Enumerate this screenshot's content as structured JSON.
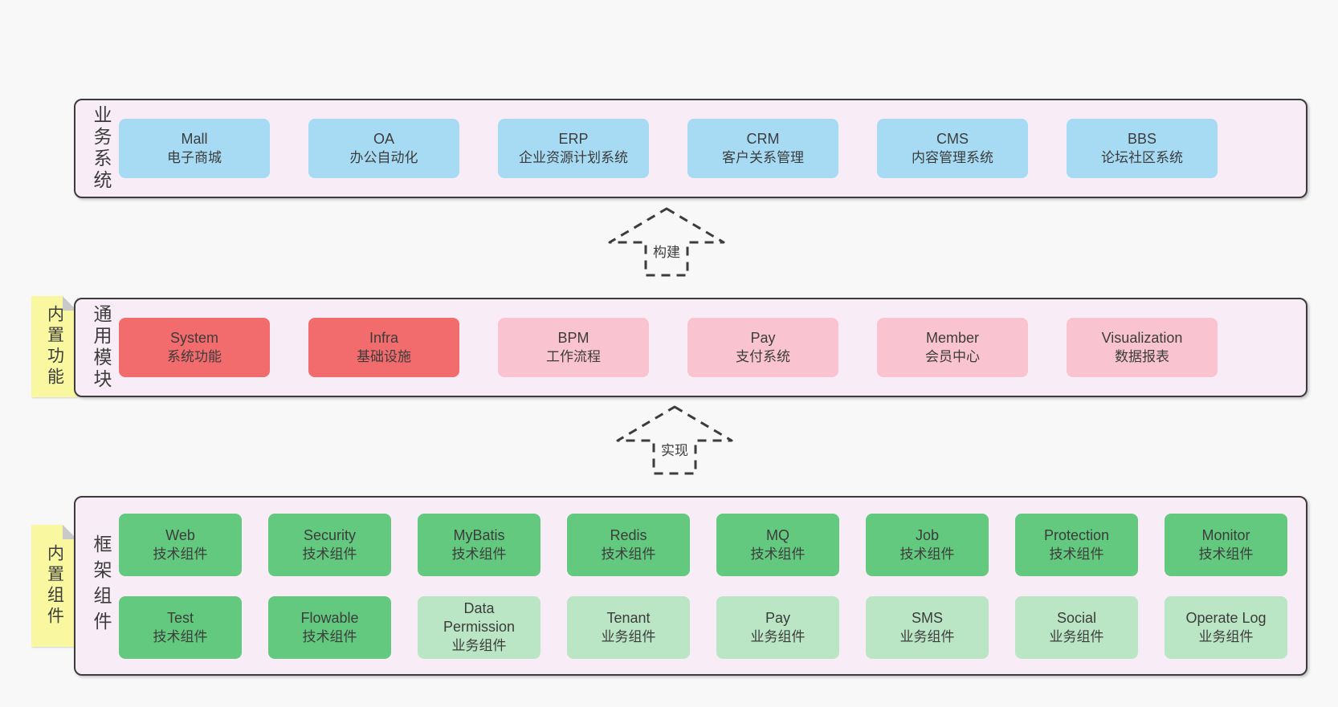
{
  "colors": {
    "page_background": "#f8f8f8",
    "band_background": "#f8edf6",
    "band_border": "#3c3c3c",
    "blue": "#a7dbf4",
    "red": "#f26b6d",
    "pink": "#f9c4cf",
    "green": "#63c97e",
    "light_green": "#bae6c5",
    "sticky_yellow": "#f9f8a0",
    "fold_gray": "#c9c9c9",
    "text": "#3c3c3c"
  },
  "arrows": [
    {
      "label": "构建"
    },
    {
      "label": "实现"
    }
  ],
  "bands": [
    {
      "label": "业务系统",
      "boxes": [
        {
          "en": "Mall",
          "zh": "电子商城",
          "variant": "blue"
        },
        {
          "en": "OA",
          "zh": "办公自动化",
          "variant": "blue"
        },
        {
          "en": "ERP",
          "zh": "企业资源计划系统",
          "variant": "blue"
        },
        {
          "en": "CRM",
          "zh": "客户关系管理",
          "variant": "blue"
        },
        {
          "en": "CMS",
          "zh": "内容管理系统",
          "variant": "blue"
        },
        {
          "en": "BBS",
          "zh": "论坛社区系统",
          "variant": "blue"
        }
      ]
    },
    {
      "label": "通用模块",
      "sticky": "内置功能",
      "boxes": [
        {
          "en": "System",
          "zh": "系统功能",
          "variant": "red"
        },
        {
          "en": "Infra",
          "zh": "基础设施",
          "variant": "red"
        },
        {
          "en": "BPM",
          "zh": "工作流程",
          "variant": "pink"
        },
        {
          "en": "Pay",
          "zh": "支付系统",
          "variant": "pink"
        },
        {
          "en": "Member",
          "zh": "会员中心",
          "variant": "pink"
        },
        {
          "en": "Visualization",
          "zh": "数据报表",
          "variant": "pink"
        }
      ]
    },
    {
      "label": "框架组件",
      "sticky": "内置组件",
      "rows": [
        [
          {
            "en": "Web",
            "zh": "技术组件",
            "variant": "green"
          },
          {
            "en": "Security",
            "zh": "技术组件",
            "variant": "green"
          },
          {
            "en": "MyBatis",
            "zh": "技术组件",
            "variant": "green"
          },
          {
            "en": "Redis",
            "zh": "技术组件",
            "variant": "green"
          },
          {
            "en": "MQ",
            "zh": "技术组件",
            "variant": "green"
          },
          {
            "en": "Job",
            "zh": "技术组件",
            "variant": "green"
          },
          {
            "en": "Protection",
            "zh": "技术组件",
            "variant": "green"
          },
          {
            "en": "Monitor",
            "zh": "技术组件",
            "variant": "green"
          }
        ],
        [
          {
            "en": "Test",
            "zh": "技术组件",
            "variant": "green"
          },
          {
            "en": "Flowable",
            "zh": "技术组件",
            "variant": "green"
          },
          {
            "en": "Data\nPermission",
            "zh": "业务组件",
            "variant": "lightgreen"
          },
          {
            "en": "Tenant",
            "zh": "业务组件",
            "variant": "lightgreen"
          },
          {
            "en": "Pay",
            "zh": "业务组件",
            "variant": "lightgreen"
          },
          {
            "en": "SMS",
            "zh": "业务组件",
            "variant": "lightgreen"
          },
          {
            "en": "Social",
            "zh": "业务组件",
            "variant": "lightgreen"
          },
          {
            "en": "Operate Log",
            "zh": "业务组件",
            "variant": "lightgreen"
          }
        ]
      ]
    }
  ]
}
